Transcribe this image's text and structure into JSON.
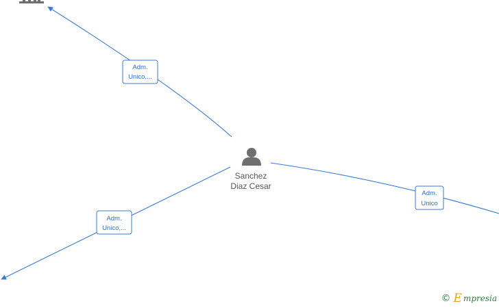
{
  "center_node": {
    "name_line1": "Sanchez",
    "name_line2": "Diaz Cesar",
    "icon": "person-icon"
  },
  "top_node": {
    "icon": "building-icon"
  },
  "edges": {
    "top_left": {
      "line1": "Adm.",
      "line2": "Unico,..."
    },
    "bottom_left": {
      "line1": "Adm.",
      "line2": "Unico,..."
    },
    "right": {
      "line1": "Adm.",
      "line2": "Unico"
    }
  },
  "brand": {
    "copyright": "©",
    "initial": "E",
    "rest": "mpresia"
  },
  "colors": {
    "edge": "#3a7bd5",
    "icon": "#6f6f6f",
    "brand_green": "#2a7d3a",
    "brand_orange": "#f0a020"
  }
}
